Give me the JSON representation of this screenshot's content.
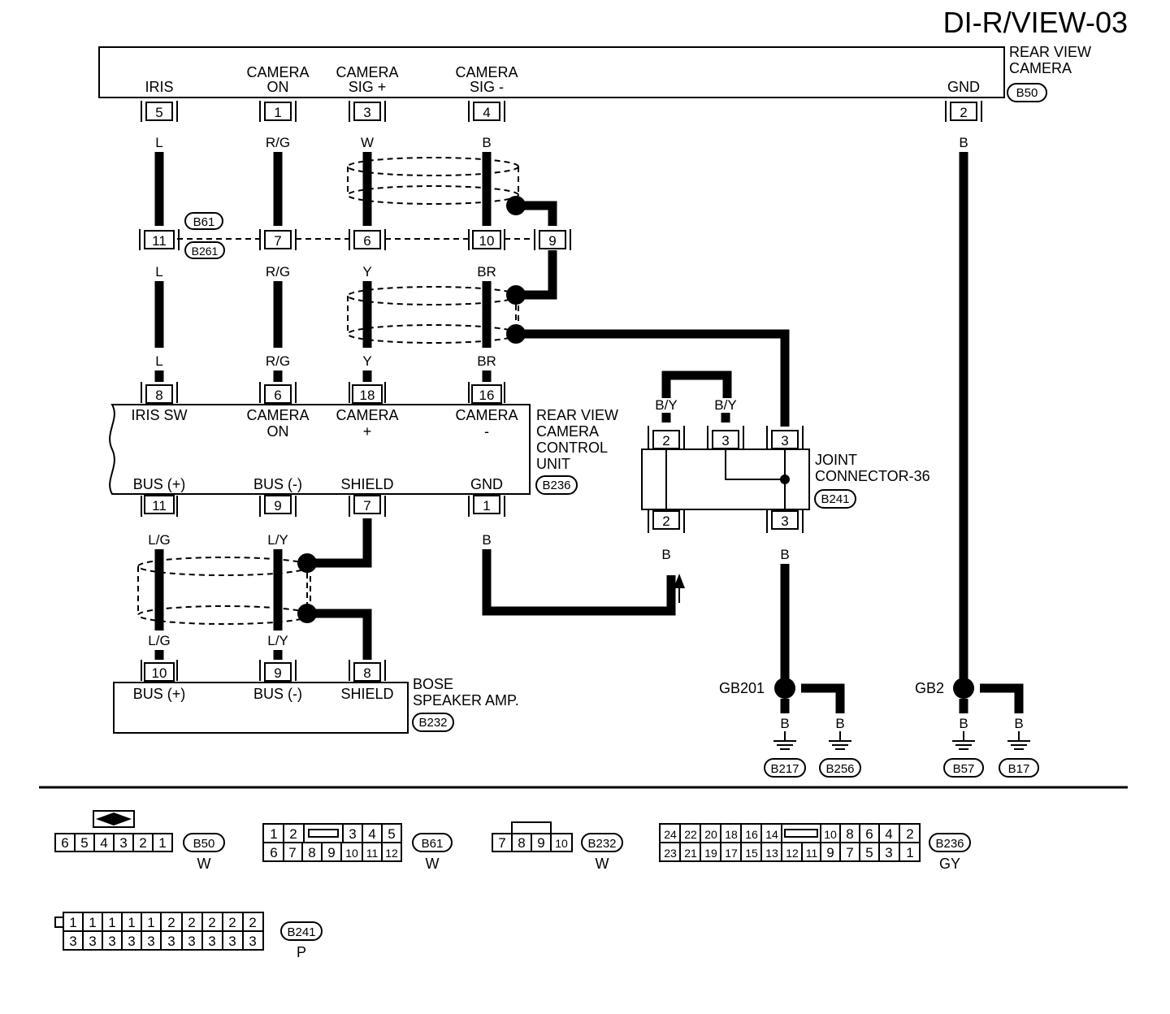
{
  "title": "DI-R/VIEW-03",
  "rear_view_camera": {
    "name_line1": "REAR VIEW",
    "name_line2": "CAMERA",
    "connector": "B50",
    "terminals": [
      {
        "name_line1": "",
        "name_line2": "IRIS",
        "pin": "5",
        "wire": "L"
      },
      {
        "name_line1": "CAMERA",
        "name_line2": "ON",
        "pin": "1",
        "wire": "R/G"
      },
      {
        "name_line1": "CAMERA",
        "name_line2": "SIG +",
        "pin": "3",
        "wire": "W"
      },
      {
        "name_line1": "CAMERA",
        "name_line2": "SIG -",
        "pin": "4",
        "wire": "B"
      },
      {
        "name_line1": "",
        "name_line2": "GND",
        "pin": "2",
        "wire": "B"
      }
    ]
  },
  "inline_connector": {
    "ref_top": "B61",
    "ref_bottom": "B261",
    "pins": [
      "11",
      "7",
      "6",
      "10",
      "9"
    ],
    "wires_below": [
      "L",
      "R/G",
      "Y",
      "BR"
    ],
    "wires_above_cu": [
      "L",
      "R/G",
      "Y",
      "BR"
    ]
  },
  "control_unit": {
    "name_lines": [
      "REAR VIEW",
      "CAMERA",
      "CONTROL",
      "UNIT"
    ],
    "connector": "B236",
    "top_terminals": [
      {
        "pin": "8",
        "line1": "IRIS SW",
        "line2": ""
      },
      {
        "pin": "6",
        "line1": "CAMERA",
        "line2": "ON"
      },
      {
        "pin": "18",
        "line1": "CAMERA",
        "line2": "+"
      },
      {
        "pin": "16",
        "line1": "CAMERA",
        "line2": "-"
      }
    ],
    "bottom_terminals": [
      {
        "pin": "11",
        "label": "BUS (+)",
        "wire": "L/G"
      },
      {
        "pin": "9",
        "label": "BUS (-)",
        "wire": "L/Y"
      },
      {
        "pin": "7",
        "label": "SHIELD",
        "wire": ""
      },
      {
        "pin": "1",
        "label": "GND",
        "wire": "B"
      }
    ]
  },
  "bose_amp": {
    "name_line1": "BOSE",
    "name_line2": "SPEAKER AMP.",
    "connector": "B232",
    "terminals": [
      {
        "pin": "10",
        "label": "BUS (+)",
        "wire": "L/G"
      },
      {
        "pin": "9",
        "label": "BUS (-)",
        "wire": "L/Y"
      },
      {
        "pin": "8",
        "label": "SHIELD"
      }
    ]
  },
  "joint_connector": {
    "name_line1": "JOINT",
    "name_line2": "CONNECTOR-36",
    "connector": "B241",
    "top_pins": [
      "2",
      "3",
      "3"
    ],
    "top_wires": [
      "B/Y",
      "B/Y"
    ],
    "bottom_pins": [
      "2",
      "3"
    ],
    "bottom_wires": [
      "B",
      "B"
    ]
  },
  "grounds": [
    {
      "label": "GB201",
      "wires": [
        "B",
        "B"
      ],
      "refs": [
        "B217",
        "B256"
      ]
    },
    {
      "label": "GB2",
      "wires": [
        "B",
        "B"
      ],
      "refs": [
        "B57",
        "B17"
      ]
    }
  ],
  "connector_faces": [
    {
      "ref": "B50",
      "color": "W",
      "row1": [
        "6",
        "5",
        "4",
        "3",
        "2",
        "1"
      ]
    },
    {
      "ref": "B61",
      "color": "W",
      "row1": [
        "1",
        "2",
        "",
        "3",
        "4",
        "5"
      ],
      "row2": [
        "6",
        "7",
        "8",
        "9",
        "10",
        "11",
        "12"
      ]
    },
    {
      "ref": "B232",
      "color": "W",
      "row1": [
        "7",
        "8",
        "9",
        "10"
      ]
    },
    {
      "ref": "B236",
      "color": "GY",
      "row1": [
        "24",
        "22",
        "20",
        "18",
        "16",
        "14",
        "",
        "10",
        "8",
        "6",
        "4",
        "2"
      ],
      "row2": [
        "23",
        "21",
        "19",
        "17",
        "15",
        "13",
        "12",
        "11",
        "9",
        "7",
        "5",
        "3",
        "1"
      ]
    },
    {
      "ref": "B241",
      "color": "P",
      "row1": [
        "1",
        "1",
        "1",
        "1",
        "1",
        "2",
        "2",
        "2",
        "2",
        "2"
      ],
      "row2": [
        "3",
        "3",
        "3",
        "3",
        "3",
        "3",
        "3",
        "3",
        "3",
        "3"
      ]
    }
  ]
}
